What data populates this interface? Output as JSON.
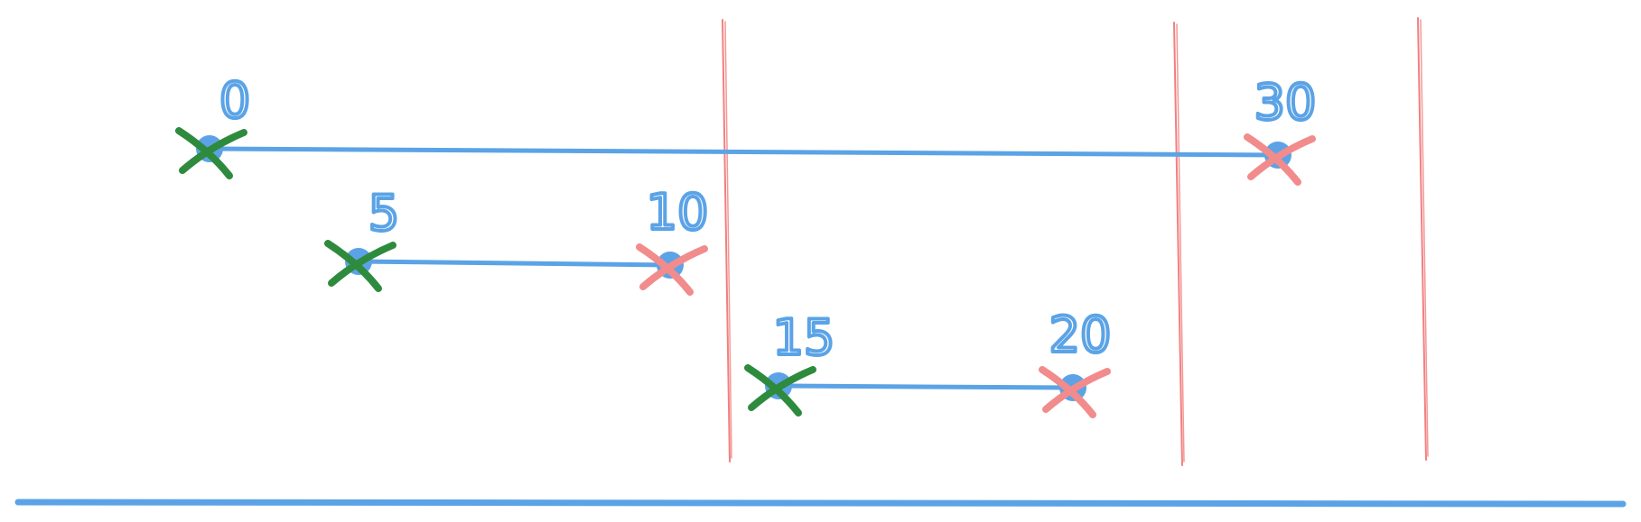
{
  "diagram": {
    "intervals": [
      {
        "start": 0,
        "end": 30
      },
      {
        "start": 5,
        "end": 10
      },
      {
        "start": 15,
        "end": 20
      }
    ],
    "colors": {
      "interval_line": "#5BA3E6",
      "point": "#5BA3E6",
      "start_mark": "#2E8B3E",
      "end_mark": "#F28B8B",
      "divider": "#F27F7F",
      "baseline": "#5BA3E6",
      "label": "#5BA3E6"
    }
  }
}
